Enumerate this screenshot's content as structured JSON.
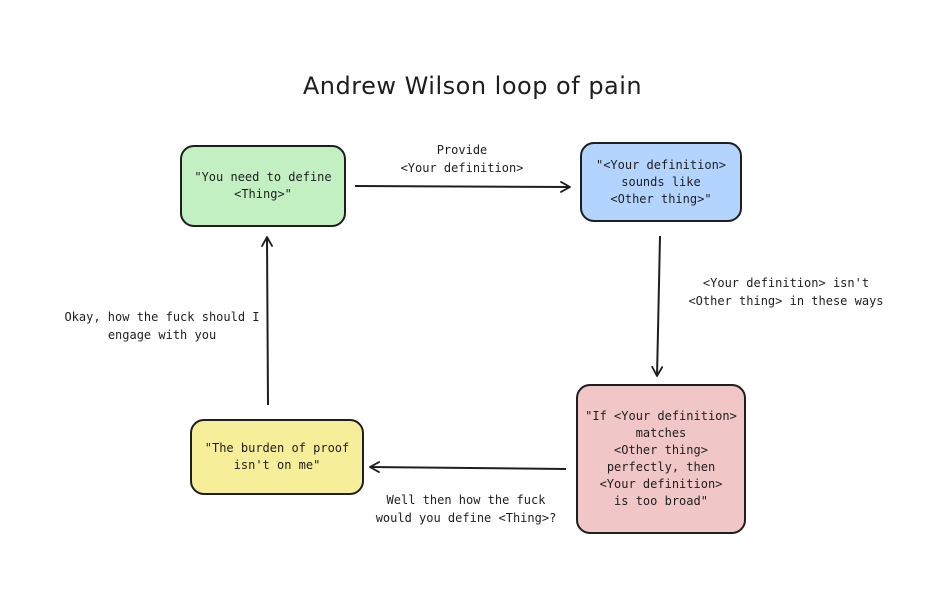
{
  "title": "Andrew Wilson loop of pain",
  "nodes": {
    "start": "\"You need to define\n<Thing>\"",
    "sounds_like": "\"<Your definition>\nsounds like\n<Other thing>\"",
    "too_broad": "\"If <Your definition>\nmatches\n<Other thing>\nperfectly, then\n<Your definition>\nis too broad\"",
    "burden": "\"The burden of proof\nisn't on me\""
  },
  "edges": {
    "provide": "Provide\n<Your definition>",
    "isnt": "<Your definition> isn't\n<Other thing> in these ways",
    "well_then": "Well then how the fuck\nwould you define <Thing>?",
    "okay": "Okay, how the fuck should I\nengage with you"
  },
  "colors": {
    "green": "#c3f0c2",
    "blue": "#b3d4ff",
    "red": "#f0c6c6",
    "yellow": "#f7ee9a",
    "stroke": "#1e1e1e"
  }
}
